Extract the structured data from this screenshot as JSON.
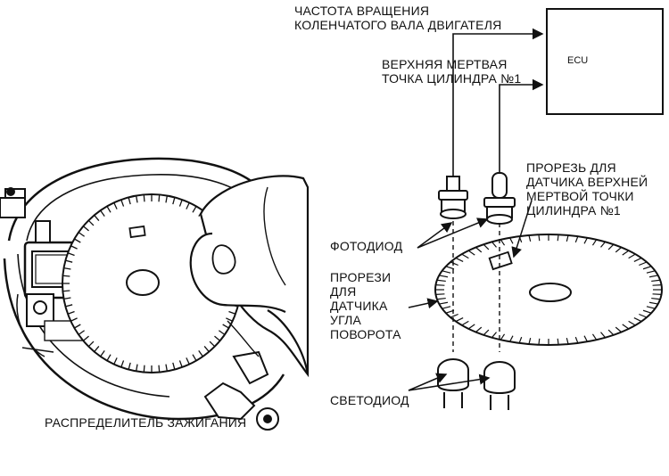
{
  "labels": {
    "crank_speed": [
      "ЧАСТОТА ВРАЩЕНИЯ",
      "КОЛЕНЧАТОГО ВАЛА ДВИГАТЕЛЯ"
    ],
    "ecu": "ECU",
    "tdc_cyl1": [
      "ВЕРХНЯЯ МЕРТВАЯ",
      "ТОЧКА ЦИЛИНДРА №1"
    ],
    "tdc_slot": [
      "ПРОРЕЗЬ ДЛЯ",
      "ДАТЧИКА  ВЕРХНЕЙ",
      "МЕРТВОЙ ТОЧКИ",
      "ЦИЛИНДРА №1"
    ],
    "photodiode": "ФОТОДИОД",
    "angle_slots": [
      "ПРОРЕЗИ",
      "ДЛЯ",
      "ДАТЧИКА",
      "УГЛА",
      "ПОВОРОТА"
    ],
    "led": "СВЕТОДИОД",
    "distributor": "РАСПРЕДЕЛИТЕЛЬ ЗАЖИГАНИЯ"
  }
}
